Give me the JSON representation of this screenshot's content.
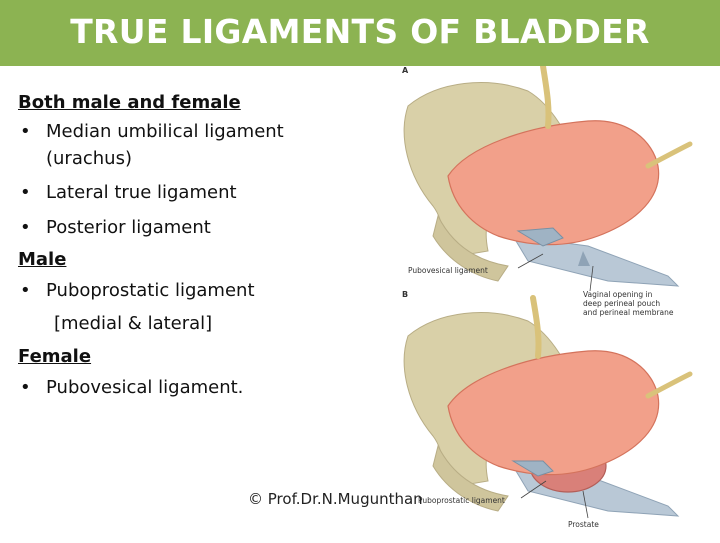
{
  "slide": {
    "title": "TRUE LIGAMENTS  OF  BLADDER",
    "credit": "© Prof.Dr.N.Mugunthan"
  },
  "sections": {
    "both": {
      "heading": "Both  male  and female",
      "items": [
        "Median umbilical  ligament",
        "Lateral  true  ligament",
        "Posterior  ligament"
      ],
      "item0_cont": "(urachus)"
    },
    "male": {
      "heading": "Male",
      "items": [
        "Puboprostatic  ligament"
      ],
      "item0_cont": "[medial & lateral]"
    },
    "female": {
      "heading": "Female",
      "items": [
        "Pubovesical  ligament."
      ]
    }
  },
  "figure": {
    "panel_a_letter": "A",
    "panel_b_letter": "B",
    "pubovesical_label": "Pubovesical ligament",
    "vaginal_label_1": "Vaginal opening in",
    "vaginal_label_2": "deep perineal pouch",
    "vaginal_label_3": "and perineal membrane",
    "puboprostatic_label": "Puboprostatic ligament",
    "prostate_label": "Prostate"
  },
  "colors": {
    "title_bar": "#8cb352",
    "bladder": "#f2a08a",
    "bone": "#d9d0a8",
    "ligament": "#b9c8d6",
    "prostate": "#d98079"
  }
}
